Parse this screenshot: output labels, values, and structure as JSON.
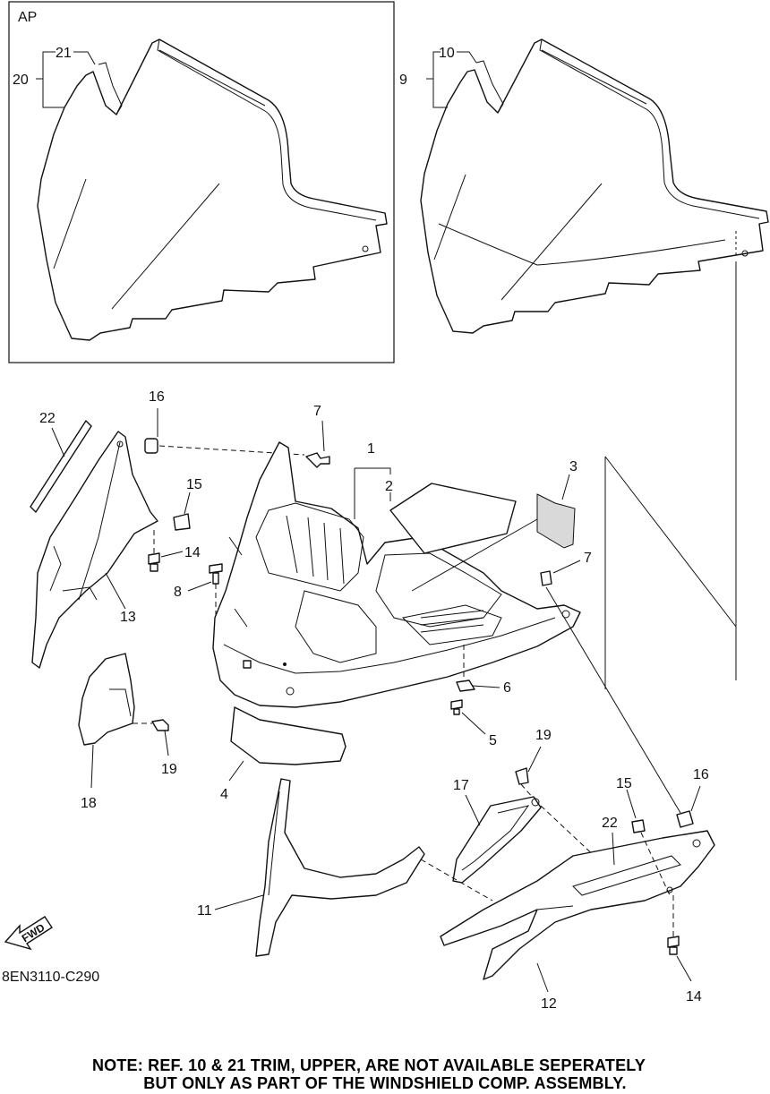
{
  "box_label": "AP",
  "catalog_code": "8EN3110-C290",
  "fwd_label": "FWD",
  "note_line1": "NOTE: REF. 10 & 21 TRIM, UPPER, ARE NOT AVAILABLE SEPERATELY",
  "note_line2": "BUT ONLY AS PART OF THE WINDSHIELD COMP. ASSEMBLY.",
  "callouts": {
    "c20": "20",
    "c21": "21",
    "c9": "9",
    "c10": "10",
    "c22a": "22",
    "c16a": "16",
    "c7a": "7",
    "c1": "1",
    "c2": "2",
    "c3": "3",
    "c15a": "15",
    "c14a": "14",
    "c8": "8",
    "c13": "13",
    "c7b": "7",
    "c6": "6",
    "c5": "5",
    "c18": "18",
    "c19a": "19",
    "c4": "4",
    "c19b": "19",
    "c17": "17",
    "c15b": "15",
    "c16b": "16",
    "c22b": "22",
    "c11": "11",
    "c12": "12",
    "c14b": "14"
  }
}
